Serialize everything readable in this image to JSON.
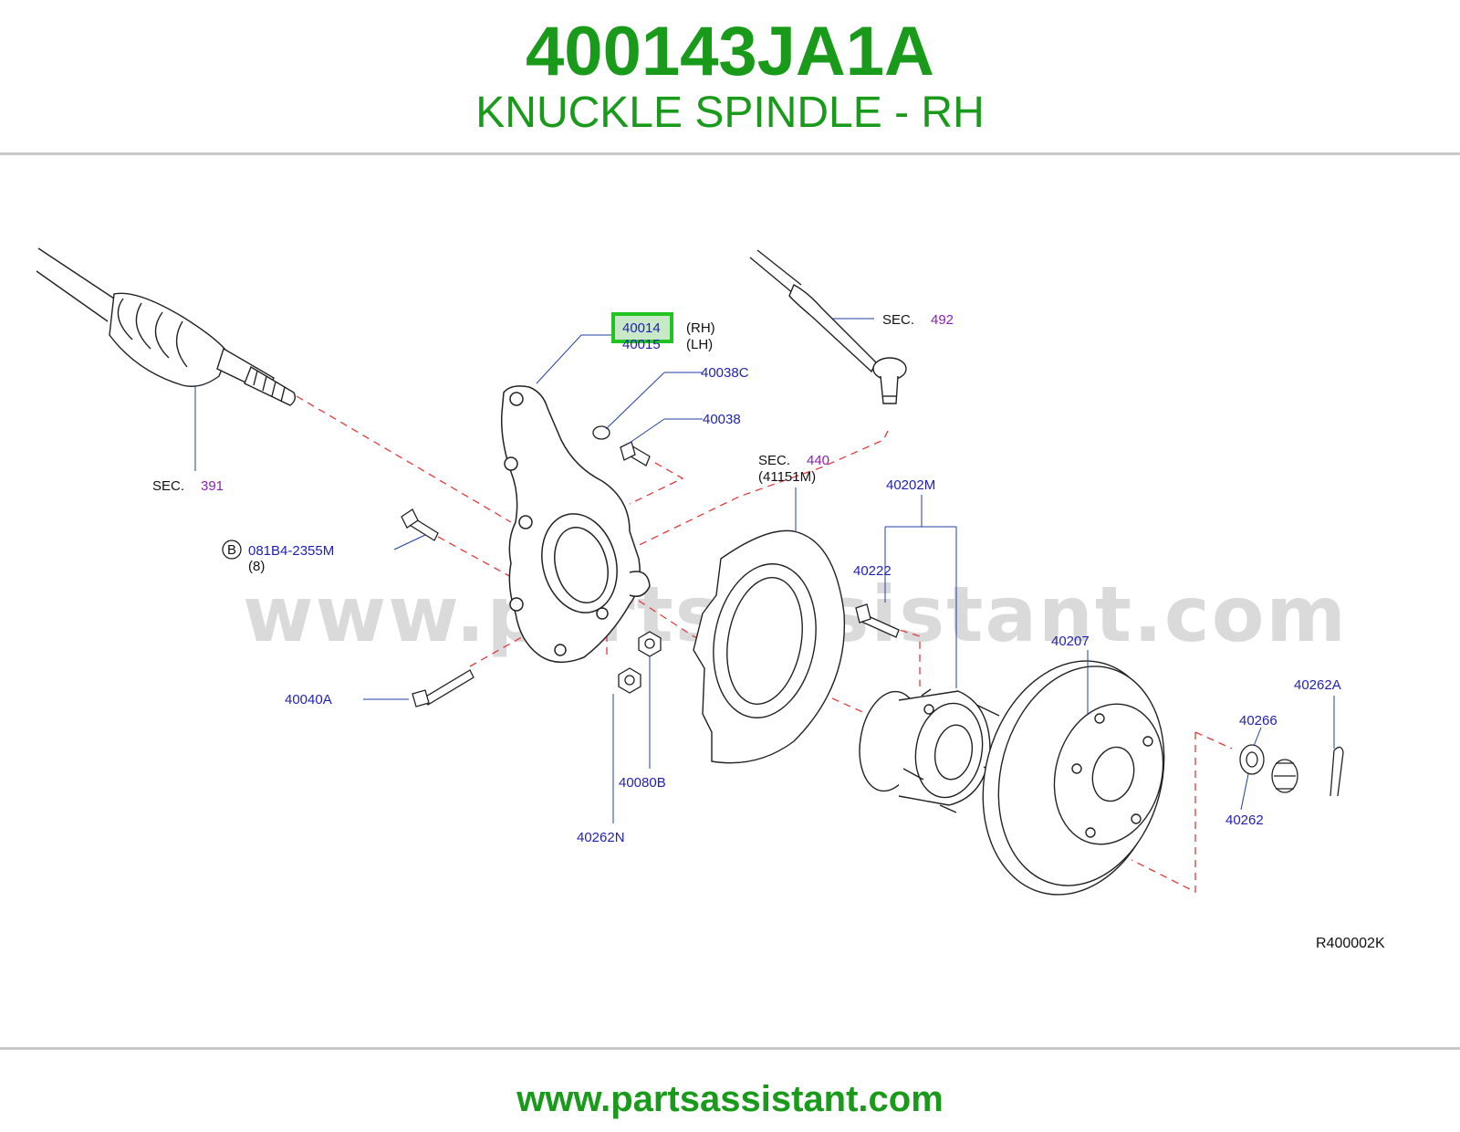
{
  "header": {
    "part_number": "400143JA1A",
    "part_name": "KNUCKLE SPINDLE - RH"
  },
  "diagram": {
    "watermark": "www.partsassistant.com",
    "ref_code": "R400002K",
    "highlight_color": "#22c322",
    "labels": {
      "p40014": "40014",
      "p40015": "40015",
      "rh": "(RH)",
      "lh": "(LH)",
      "p40038c": "40038C",
      "p40038": "40038",
      "sec_text": "SEC.",
      "sec391": "391",
      "sec492": "492",
      "sec440": "440",
      "p41151m": "(41151M)",
      "p40202m": "40202M",
      "p40222": "40222",
      "b_circle": "B",
      "p081b4": "081B4-2355M",
      "qty8": "(8)",
      "p40040a": "40040A",
      "p40080b": "40080B",
      "p40262n": "40262N",
      "p40207": "40207",
      "p40262a": "40262A",
      "p40266": "40266",
      "p40262": "40262"
    }
  },
  "footer": {
    "url": "www.partsassistant.com"
  }
}
